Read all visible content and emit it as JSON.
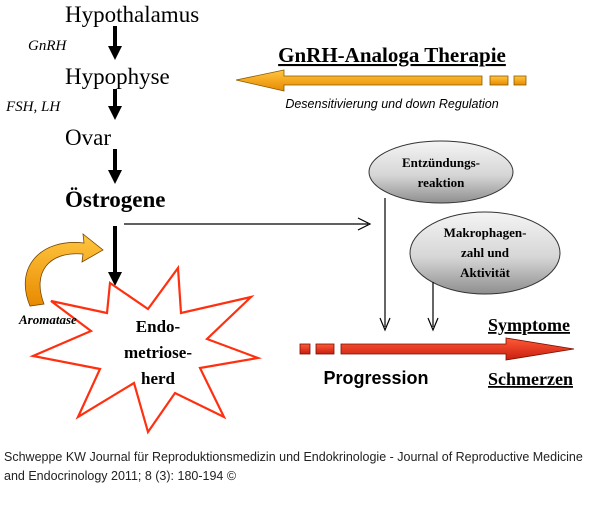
{
  "cascade": {
    "hypothalamus": "Hypothalamus",
    "gnrh": "GnRH",
    "hypophyse": "Hypophyse",
    "fsh_lh": "FSH, LH",
    "ovar": "Ovar",
    "oestrogene": "Östrogene"
  },
  "therapy": {
    "title": "GnRH-Analoga Therapie",
    "subtitle": "Desensitivierung und down Regulation"
  },
  "bubbles": {
    "inflammation_line1": "Entzündungs-",
    "inflammation_line2": "reaktion",
    "macrophage_line1": "Makrophagen-",
    "macrophage_line2": "zahl und",
    "macrophage_line3": "Aktivität"
  },
  "lesion": {
    "aromatase": "Aromatase",
    "line1": "Endo-",
    "line2": "metriose-",
    "line3": "herd"
  },
  "outcome": {
    "progression": "Progression",
    "symptoms": "Symptome",
    "pain": "Schmerzen"
  },
  "caption": "Schweppe KW Journal für Reproduktionsmedizin und Endokrinologie - Journal of Reproductive Medicine and Endocrinology 2011; 8 (3): 180-194 ©",
  "colors": {
    "therapy_arrow": "#f5a000",
    "progression_arrow": "#e8321e",
    "star_outline": "#ff3010",
    "aromatase_arrow": "#e8901c"
  }
}
